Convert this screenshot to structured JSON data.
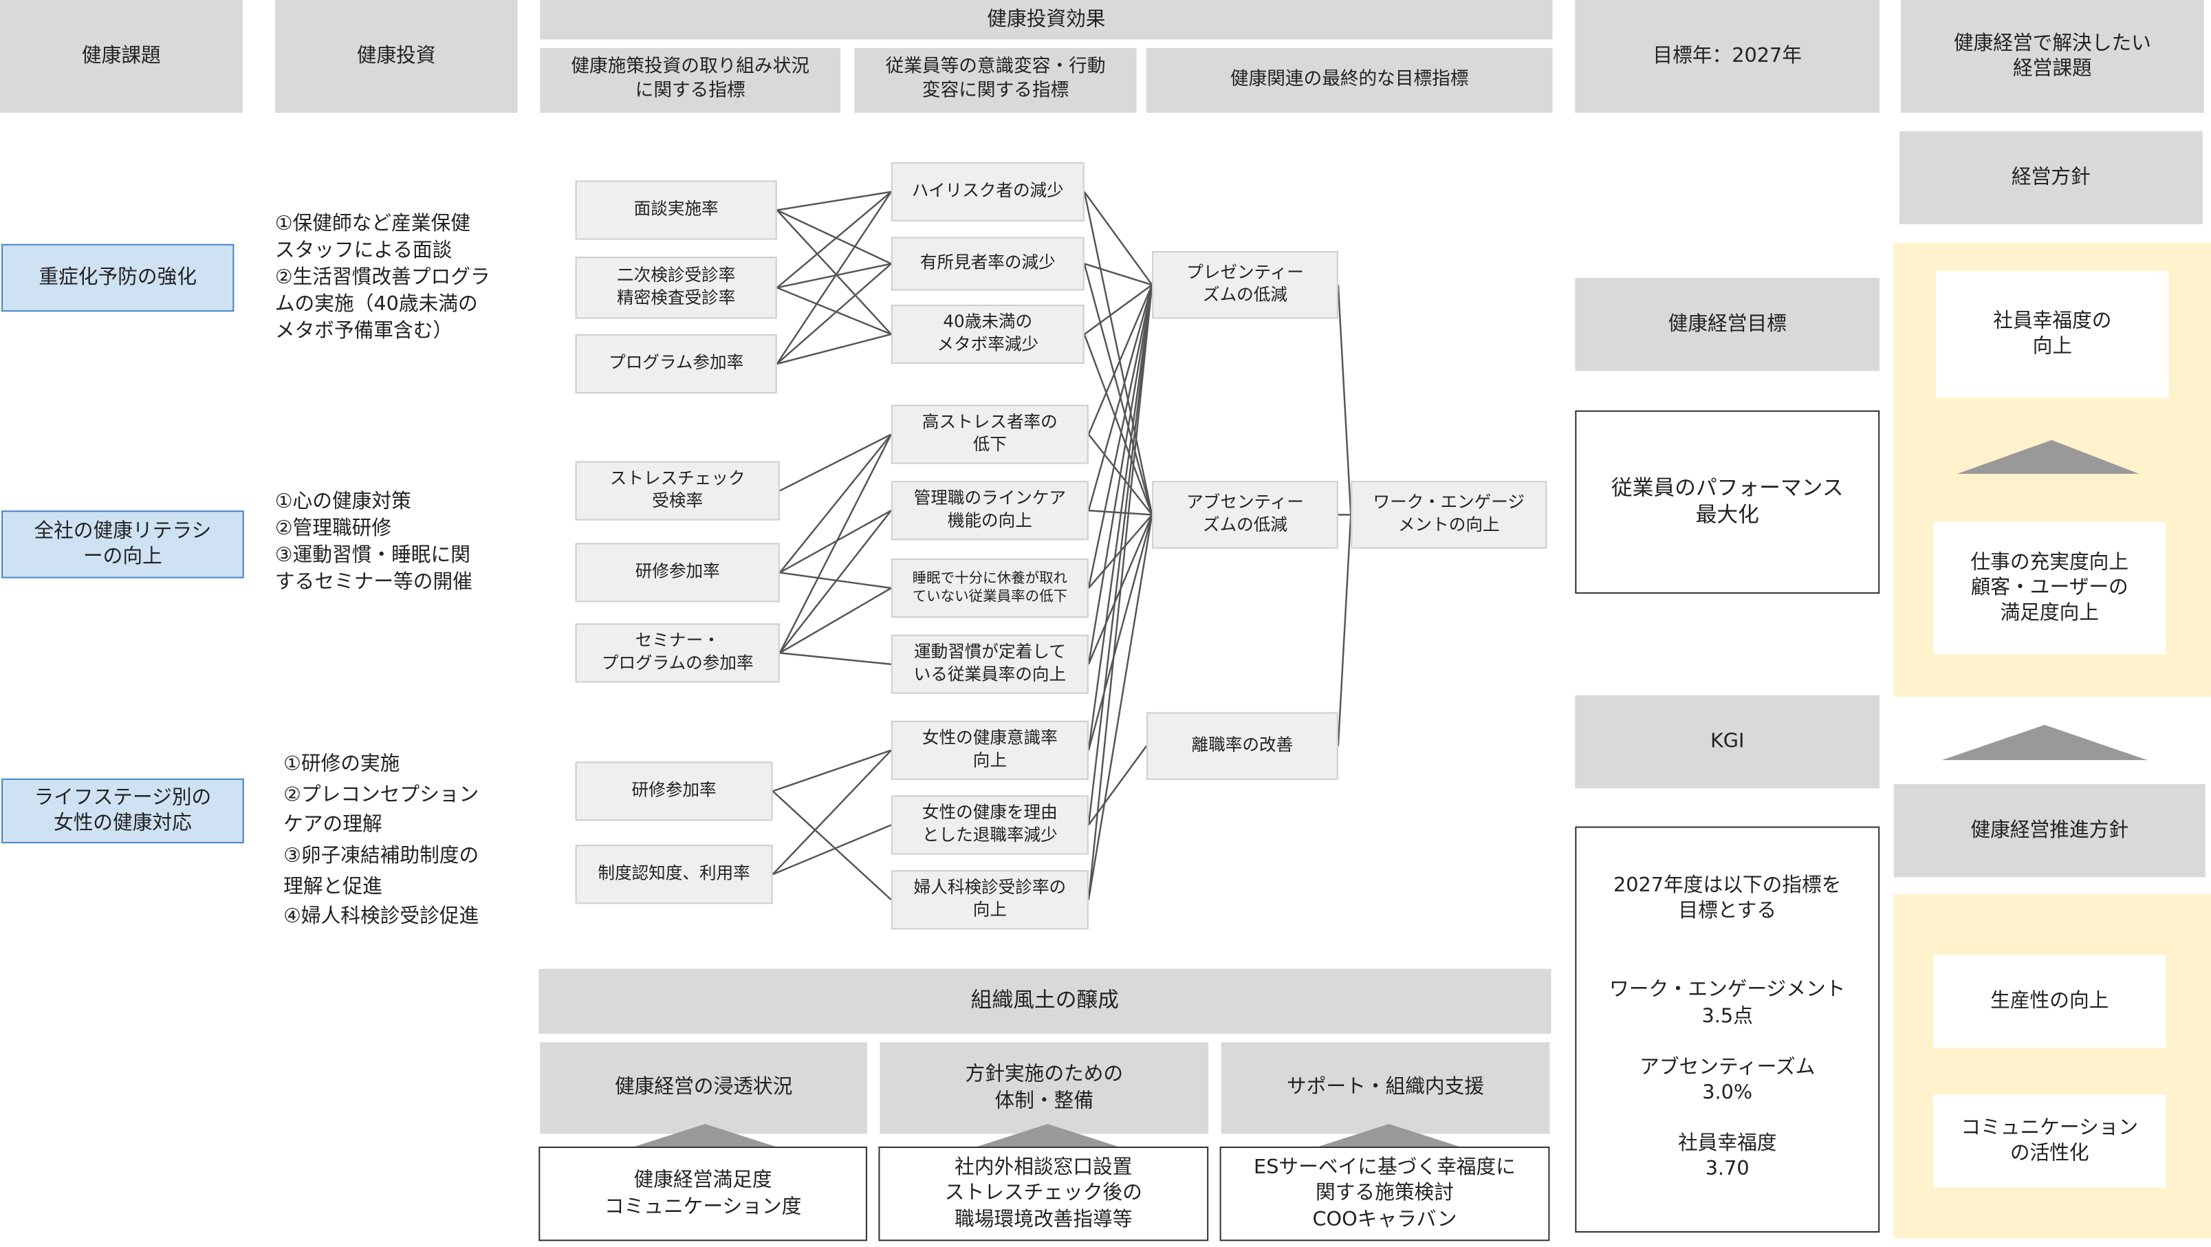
{
  "headers": {
    "issues": "健康課題",
    "investment": "健康投資",
    "effect": "健康投資効果",
    "effect_sub1": "健康施策投資の取り組み状況\nに関する指標",
    "effect_sub2": "従業員等の意識変容・行動\n変容に関する指標",
    "effect_sub3": "健康関連の最終的な目標指標",
    "target_year": "目標年：2027年",
    "mgmt_issue": "健康経営で解決したい\n経営課題"
  },
  "issues": [
    "重症化予防の強化",
    "全社の健康リテラシ\nーの向上",
    "ライフステージ別の\n女性の健康対応"
  ],
  "investments": [
    "①保健師など産業保健\nスタッフによる面談\n②生活習慣改善プログラ\nムの実施（40歳未満の\nメタボ予備軍含む）",
    "①心の健康対策\n②管理職研修\n③運動習慣・睡眠に関\nするセミナー等の開催",
    "①研修の実施\n②プレコンセプション\nケアの理解\n③卵子凍結補助制度の\n理解と促進\n④婦人科検診受診促進"
  ],
  "activity_indicators": [
    "面談実施率",
    "二次検診受診率\n精密検査受診率",
    "プログラム参加率",
    "ストレスチェック\n受検率",
    "研修参加率",
    "セミナー・\nプログラムの参加率",
    "研修参加率",
    "制度認知度、利用率"
  ],
  "behavior_indicators": [
    "ハイリスク者の減少",
    "有所見者率の減少",
    "40歳未満の\nメタボ率減少",
    "高ストレス者率の\n低下",
    "管理職のラインケア\n機能の向上",
    "睡眠で十分に休養が取れ\nていない従業員率の低下",
    "運動習慣が定着して\nいる従業員率の向上",
    "女性の健康意識率\n向上",
    "女性の健康を理由\nとした退職率減少",
    "婦人科検診受診率の\n向上"
  ],
  "final_indicators": [
    "プレゼンティー\nズムの低減",
    "アブセンティー\nズムの低減",
    "離職率の改善"
  ],
  "ultimate": "ワーク・エンゲージ\nメントの向上",
  "targets": {
    "goal_label": "健康経営目標",
    "goal_value": "従業員のパフォーマンス\n最大化",
    "kgi_label": "KGI",
    "kgi_intro": "2027年度は以下の指標を\n目標とする",
    "kgi_items": [
      "ワーク・エンゲージメント\n3.5点",
      "アブセンティーズム\n3.0%",
      "社員幸福度\n3.70"
    ]
  },
  "management": {
    "policy_label": "経営方針",
    "policy_top": "社員幸福度の\n向上",
    "policy_bottom": "仕事の充実度向上\n顧客・ユーザーの\n満足度向上",
    "promotion_label": "健康経営推進方針",
    "promotion_items": [
      "生産性の向上",
      "コミュニケーション\nの活性化"
    ]
  },
  "culture": {
    "title": "組織風土の醸成",
    "columns": [
      {
        "label": "健康経営の浸透状況",
        "detail": "健康経営満足度\nコミュニケーション度"
      },
      {
        "label": "方針実施のための\n体制・整備",
        "detail": "社内外相談窓口設置\nストレスチェック後の\n職場環境改善指導等"
      },
      {
        "label": "サポート・組織内支援",
        "detail": "ESサーベイに基づく幸福度に\n関する施策検討\nCOOキャラバン"
      }
    ]
  },
  "colors": {
    "header_gray": "#d9d9d9",
    "node_gray": "#efefef",
    "issue_blue": "#cfe2f3",
    "issue_border": "#4a86c5",
    "panel_yellow": "#fff2cc",
    "arrow_gray": "#999999"
  }
}
